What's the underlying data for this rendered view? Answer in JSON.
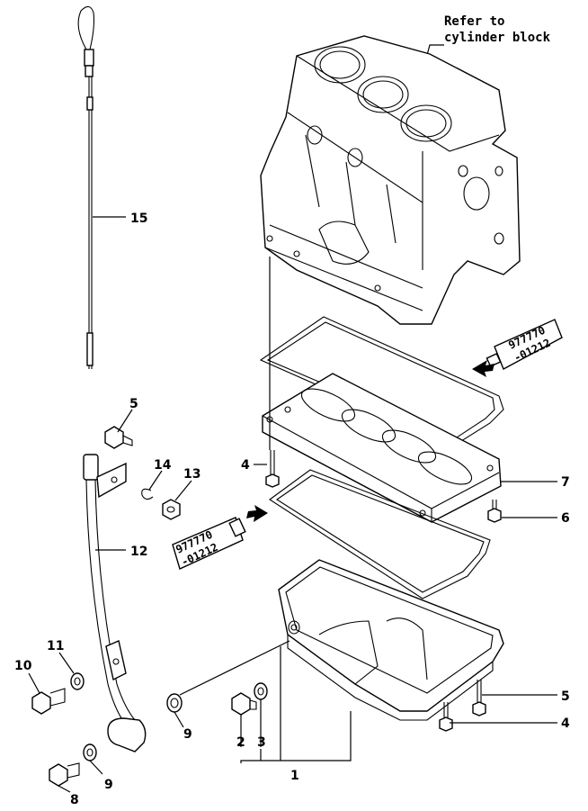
{
  "reference_note": {
    "line1": "Refer to",
    "line2": "cylinder block"
  },
  "sealant_tubes": [
    {
      "line1": "977770",
      "line2": "-01212"
    },
    {
      "line1": "977770",
      "line2": "-01212"
    }
  ],
  "callouts": {
    "c1": "1",
    "c2": "2",
    "c3": "3",
    "c4a": "4",
    "c4b": "4",
    "c5a": "5",
    "c5b": "5",
    "c6": "6",
    "c7": "7",
    "c8": "8",
    "c9a": "9",
    "c9b": "9",
    "c10": "10",
    "c11": "11",
    "c12": "12",
    "c13": "13",
    "c14": "14",
    "c15": "15"
  },
  "colors": {
    "line": "#000000",
    "background": "#ffffff"
  }
}
